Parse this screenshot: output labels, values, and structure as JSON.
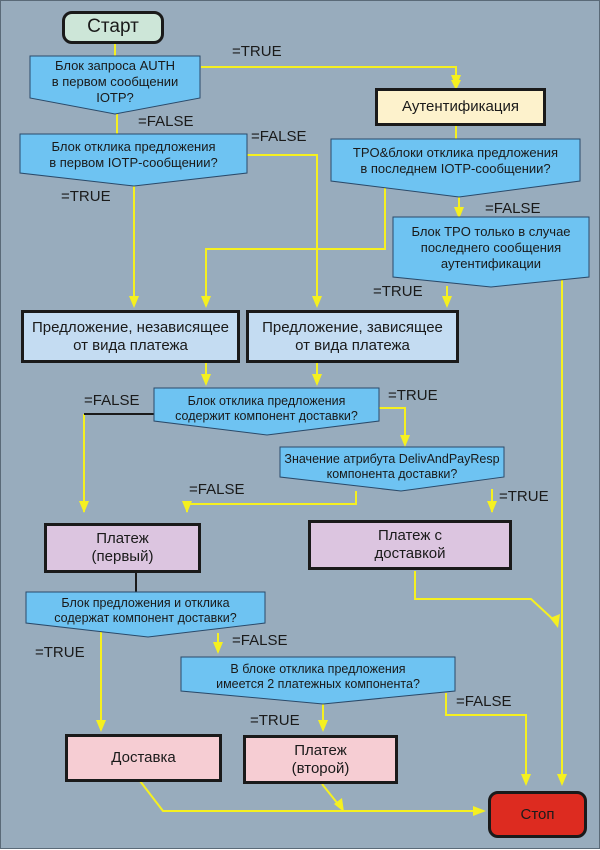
{
  "colors": {
    "background": "#98acbd",
    "connector": "#f5f020",
    "decision": "#6ec3f2",
    "start": "#cde6d8",
    "auth": "#fdf2cc",
    "offer": "#c4dcf2",
    "payment": "#dcc5e0",
    "delivery": "#f6cdd3",
    "stop": "#dd2b20"
  },
  "nodes": {
    "start": "Старт",
    "d_auth_request": "Блок запроса AUTH\nв первом сообщении\nIOTP?",
    "authentication": "Аутентификация",
    "d_offer_response_first": "Блок отклика предложения\nв первом IOTP-сообщении?",
    "d_tpo_last": "TPO&блоки отклика предложения\nв последнем IOTP-сообщении?",
    "d_tpo_only": "Блок TPO только в случае\nпоследнего сообщения\nаутентификации",
    "offer_independent": "Предложение, независящее\nот вида платежа",
    "offer_dependent": "Предложение, зависящее\nот вида платежа",
    "d_offer_has_delivery": "Блок отклика предложения\nсодержит компонент доставки?",
    "d_delivandpay": "Значение атрибута DelivAndPayResp\nкомпонента доставки?",
    "payment_first": "Платеж\n(первый)",
    "payment_with_delivery": "Платеж с\nдоставкой",
    "d_offer_and_response_delivery": "Блок предложения и отклика\nсодержат компонент доставки?",
    "d_two_payments": "В блоке отклика предложения\nимеется 2 платежных компонента?",
    "delivery": "Доставка",
    "payment_second": "Платеж\n(второй)",
    "stop": "Стоп"
  },
  "edge_labels": {
    "auth_true": "=TRUE",
    "auth_false": "=FALSE",
    "offer_first_false": "=FALSE",
    "offer_first_true": "=TRUE",
    "tpo_last_false": "=FALSE",
    "tpo_only_true": "=TRUE",
    "has_delivery_false": "=FALSE",
    "has_delivery_true": "=TRUE",
    "delivandpay_false": "=FALSE",
    "delivandpay_true": "=TRUE",
    "offer_resp_delivery_true": "=TRUE",
    "offer_resp_delivery_false": "=FALSE",
    "two_payments_true": "=TRUE",
    "two_payments_false": "=FALSE"
  }
}
